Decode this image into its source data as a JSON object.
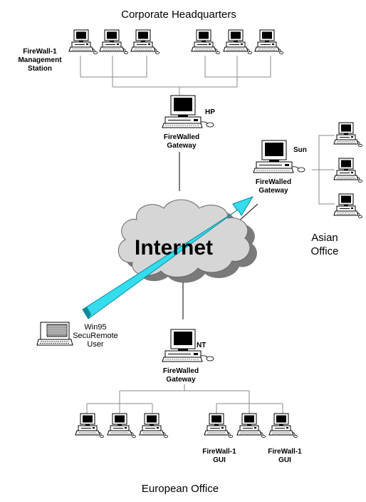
{
  "titles": {
    "hq": "Corporate Headquarters",
    "asian": [
      "Asian",
      "Office"
    ],
    "european": "European Office"
  },
  "labels": {
    "mgmt": [
      "FireWall-1",
      "Management",
      "Station"
    ],
    "hp": "HP",
    "sun": "Sun",
    "nt": "NT",
    "gw_hp": [
      "FireWalled",
      "Gateway"
    ],
    "gw_sun": [
      "FireWalled",
      "Gateway"
    ],
    "gw_nt": [
      "FireWalled",
      "Gateway"
    ],
    "internet": "Internet",
    "remote": [
      "Win95",
      "SecuRemote",
      "User"
    ],
    "gui1": [
      "FireWall-1",
      "GUI"
    ],
    "gui2": [
      "FireWall-1",
      "GUI"
    ]
  },
  "colors": {
    "tunnel_fill": "#33ddee",
    "tunnel_edge": "#0a8a9a",
    "cloud_fill": "#d6d6d6",
    "cloud_shadow": "#7a7a7a",
    "screen": "#000000"
  },
  "icons": [
    "workstation-icon",
    "laptop-icon",
    "cloud-icon",
    "mouse-icon",
    "arrow-icon"
  ]
}
